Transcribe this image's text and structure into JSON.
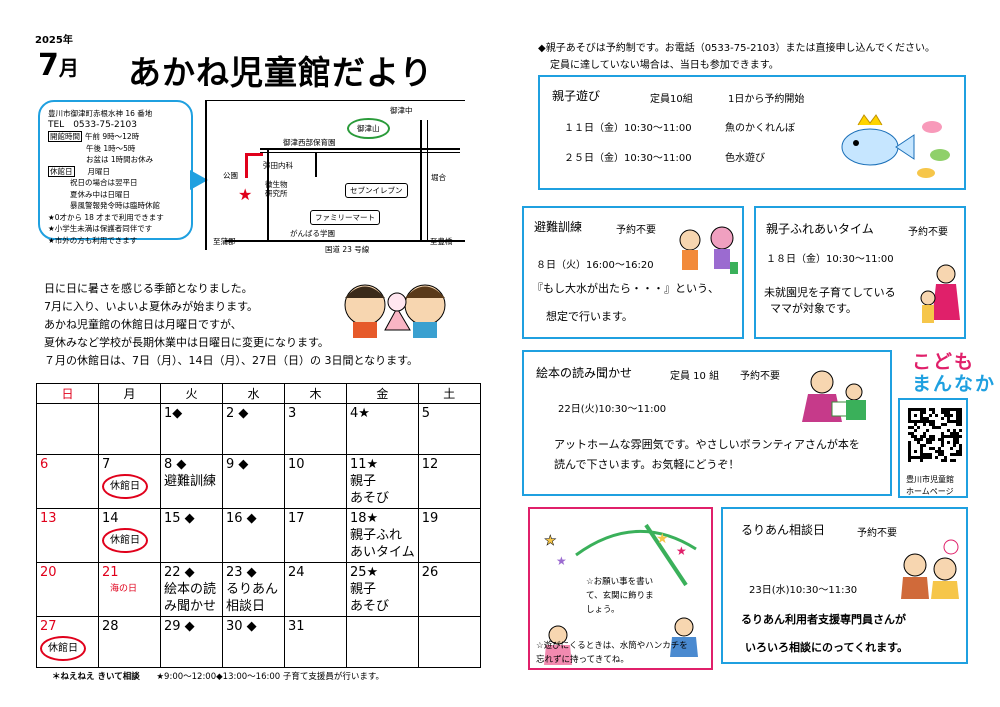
{
  "header": {
    "year": "2025年",
    "month_num": "7",
    "month_suffix": "月",
    "title": "あかね児童館だより"
  },
  "info": {
    "address": "豊川市御津町赤根水神 16 番地",
    "tel": "TEL　0533-75-2103",
    "hours_label": "開館時間",
    "hours_am": "午前 9時～12時",
    "hours_pm": "午後 1時～5時",
    "hours_note": "お盆は 1時間お休み",
    "closed_label": "休館日",
    "closed_day": "月曜日",
    "closed_note1": "祝日の場合は翌平日",
    "closed_note2": "夏休み中は日曜日",
    "closed_note3": "暴風警報発令時は臨時休館",
    "age_note": "★0才から 18 才まで利用できます",
    "school_note": "★小学生未満は保護者同伴です",
    "outside_note": "★市外の方も利用できます"
  },
  "map": {
    "mitsu_north": "御津中",
    "mitsuyama": "御津山",
    "mitsu_nishi": "御津西部保育園",
    "park": "公園",
    "yada": "弥田内科",
    "biseibutsu": "微生物\n研究所",
    "seven": "セブンイレブン",
    "horigo": "堀合",
    "family": "ファミリーマート",
    "to_gamagori": "至蒲郡",
    "ganbaru": "がんばる学園",
    "to_toyohashi": "至豊橋",
    "route23": "国道 23 号線"
  },
  "intro": [
    "日に日に暑さを感じる季節となりました。",
    "7月に入り、いよいよ夏休みが始まります。",
    "あかね児童館の休館日は月曜日ですが、",
    "夏休みなど学校が長期休業中は日曜日に変更になります。",
    "７月の休館日は、7日（月）、14日（月）、27日（日）の 3日間となります。"
  ],
  "calendar": {
    "weekdays": [
      "日",
      "月",
      "火",
      "水",
      "木",
      "金",
      "土"
    ],
    "weeks": [
      [
        {
          "d": ""
        },
        {
          "d": ""
        },
        {
          "d": "1◆"
        },
        {
          "d": "2 ◆"
        },
        {
          "d": "3"
        },
        {
          "d": "4★"
        },
        {
          "d": "5"
        }
      ],
      [
        {
          "d": "6"
        },
        {
          "d": "7",
          "oval": "休館日"
        },
        {
          "d": "8 ◆",
          "ev": "避難訓練"
        },
        {
          "d": "9 ◆"
        },
        {
          "d": "10"
        },
        {
          "d": "11★",
          "ev": "親子\nあそび"
        },
        {
          "d": "12"
        }
      ],
      [
        {
          "d": "13"
        },
        {
          "d": "14",
          "oval": "休館日"
        },
        {
          "d": "15 ◆"
        },
        {
          "d": "16 ◆"
        },
        {
          "d": "17"
        },
        {
          "d": "18★",
          "ev": "親子ふれ\nあいタイム"
        },
        {
          "d": "19"
        }
      ],
      [
        {
          "d": "20"
        },
        {
          "d": "21",
          "note": "海の日"
        },
        {
          "d": "22 ◆",
          "ev": "絵本の読\nみ聞かせ"
        },
        {
          "d": "23 ◆",
          "ev": "るりあん\n相談日"
        },
        {
          "d": "24"
        },
        {
          "d": "25★",
          "ev": "親子\nあそび"
        },
        {
          "d": "26"
        }
      ],
      [
        {
          "d": "27",
          "oval": "休館日"
        },
        {
          "d": "28"
        },
        {
          "d": "29 ◆"
        },
        {
          "d": "30 ◆"
        },
        {
          "d": "31"
        },
        {
          "d": ""
        },
        {
          "d": ""
        }
      ]
    ]
  },
  "footnote": {
    "bold": "＊ねえねえ きいて相談",
    "rest": "★9:00～12:00◆13:00～16:00 子育て支援員が行います。"
  },
  "reservation_note": [
    "◆親子あそびは予約制です。お電話（0533-75-2103）または直接申し込んでください。",
    "定員に達していない場合は、当日も参加できます。"
  ],
  "oyako_asobi": {
    "title": "親子遊び",
    "capacity": "定員10組",
    "booking": "1日から予約開始",
    "row1_date": "１１日（金）10:30～11:00",
    "row1_act": "魚のかくれんぼ",
    "row2_date": "２５日（金）10:30～11:00",
    "row2_act": "色水遊び"
  },
  "hinan": {
    "title": "避難訓練",
    "nores": "予約不要",
    "time": "８日（火）16:00～16:20",
    "quote": "『もし大水が出たら・・・』という、",
    "body": "想定で行います。"
  },
  "fureai": {
    "title": "親子ふれあいタイム",
    "nores": "予約不要",
    "time": "１８日（金）10:30～11:00",
    "line1": "未就園児を子育てしている",
    "line2": "ママが対象です。"
  },
  "ehon": {
    "title": "絵本の読み聞かせ",
    "capacity": "定員 10 組",
    "nores": "予約不要",
    "time": "22日(火)10:30～11:00",
    "line1": "アットホームな雰囲気です。やさしいボランティアさんが本を",
    "line2": "読んで下さいます。お気軽にどうぞ！"
  },
  "kodomo": {
    "logo1": "こども",
    "logo2": "まんなか",
    "caption1": "豊川市児童館",
    "caption2": "ホームページ"
  },
  "tanabata": {
    "line1": "☆お願い事を書い",
    "line2": "て、玄関に飾りま",
    "line3": "しょう。",
    "bottom1": "☆遊びにくるときは、水筒やハンカチを",
    "bottom2": "忘れずに持ってきてね。"
  },
  "ruri": {
    "title": "るりあん相談日",
    "nores": "予約不要",
    "time": "23日(水)10:30～11:30",
    "line1": "るりあん利用者支援専門員さんが",
    "line2": "いろいろ相談にのってくれます。"
  },
  "colors": {
    "blue": "#1fa0e0",
    "red": "#e0001b",
    "pink": "#e0206a"
  }
}
